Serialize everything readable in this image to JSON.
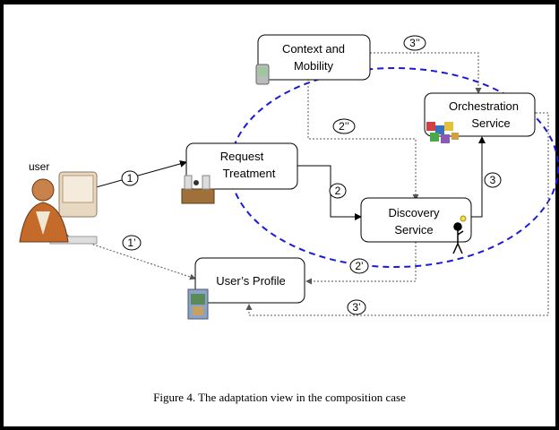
{
  "diagram": {
    "actor": {
      "label": "user"
    },
    "nodes": {
      "context": {
        "line1": "Context and",
        "line2": "Mobility"
      },
      "orchestration": {
        "line1": "Orchestration",
        "line2": "Service"
      },
      "request": {
        "line1": "Request",
        "line2": "Treatment"
      },
      "discovery": {
        "line1": "Discovery",
        "line2": "Service"
      },
      "profile": {
        "line1": "User’s Profile"
      }
    },
    "step_labels": {
      "s1": "1",
      "s1p": "1’",
      "s2": "2",
      "s2p": "2’",
      "s2pp": "2’’",
      "s3": "3",
      "s3p": "3’",
      "s3pp": "3’’"
    },
    "caption": "Figure 4. The adaptation view in the composition case",
    "colors": {
      "ellipse": "#1a1adb",
      "stroke": "#000000",
      "dotted": "#555555"
    }
  }
}
